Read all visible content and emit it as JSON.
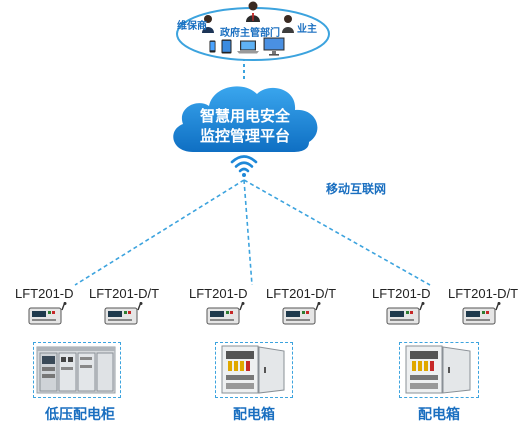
{
  "top": {
    "maintainer": "维保商",
    "government": "政府主管部门",
    "owner": "业主"
  },
  "cloud": {
    "line1": "智慧用电安全",
    "line2": "监控管理平台"
  },
  "network_label": "移动互联网",
  "groups": [
    {
      "device_a": "LFT201-D",
      "device_b": "LFT201-D/T",
      "cabinet_label": "低压配电柜"
    },
    {
      "device_a": "LFT201-D",
      "device_b": "LFT201-D/T",
      "cabinet_label": "配电箱"
    },
    {
      "device_a": "LFT201-D",
      "device_b": "LFT201-D/T",
      "cabinet_label": "配电箱"
    }
  ],
  "colors": {
    "brand_blue": "#1a6fc0",
    "cloud_blue": "#1e88d8",
    "dashed_line": "#3ca3de"
  }
}
